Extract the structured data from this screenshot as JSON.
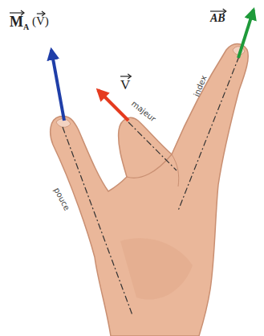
{
  "diagram": {
    "labels": [
      "M",
      "A",
      "(V)",
      "V",
      "AB",
      "pouce",
      "majeur",
      "index"
    ]
  }
}
